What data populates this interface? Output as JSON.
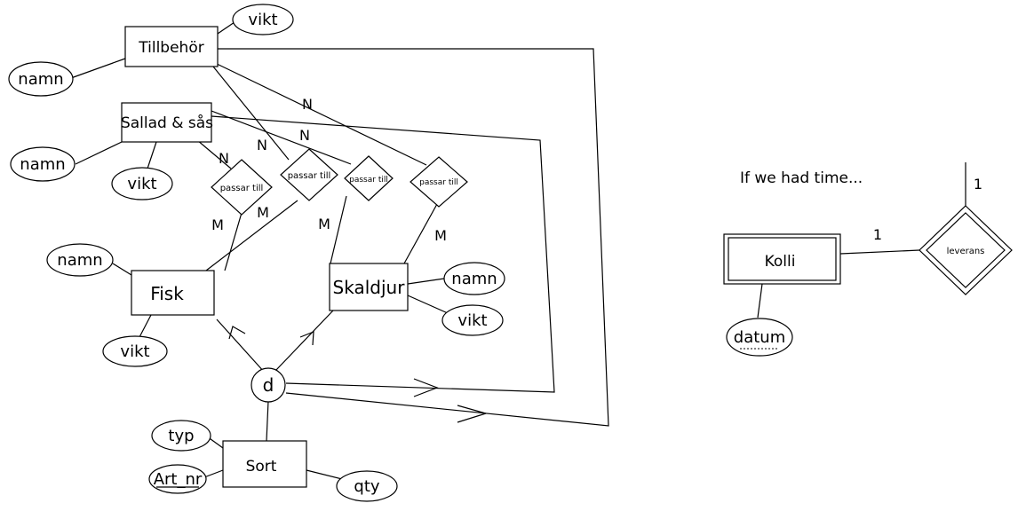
{
  "entities": {
    "tillbehor": "Tillbehör",
    "sallad": "Sallad & sås",
    "fisk": "Fisk",
    "skaldjur": "Skaldjur",
    "sort": "Sort",
    "kolli": "Kolli"
  },
  "attributes": {
    "tillbehor_vikt": "vikt",
    "tillbehor_namn": "namn",
    "sallad_namn": "namn",
    "sallad_vikt": "vikt",
    "fisk_namn": "namn",
    "fisk_vikt": "vikt",
    "skaldjur_namn": "namn",
    "skaldjur_vikt": "vikt",
    "sort_typ": "typ",
    "sort_artnr": "Art_nr",
    "sort_qty": "qty",
    "kolli_datum": "datum"
  },
  "relationships": {
    "r1": "passar till",
    "r2": "passar till",
    "r3": "passar till",
    "r4": "passar till",
    "leverans": "leverans"
  },
  "disjoint": "d",
  "cardinalities": {
    "n1": "N",
    "n2": "N",
    "n3": "N",
    "n4": "N",
    "m1": "M",
    "m2": "M",
    "m3": "M",
    "m4": "M",
    "kolli_one": "1",
    "leverans_one": "1"
  },
  "note": "If we had time..."
}
